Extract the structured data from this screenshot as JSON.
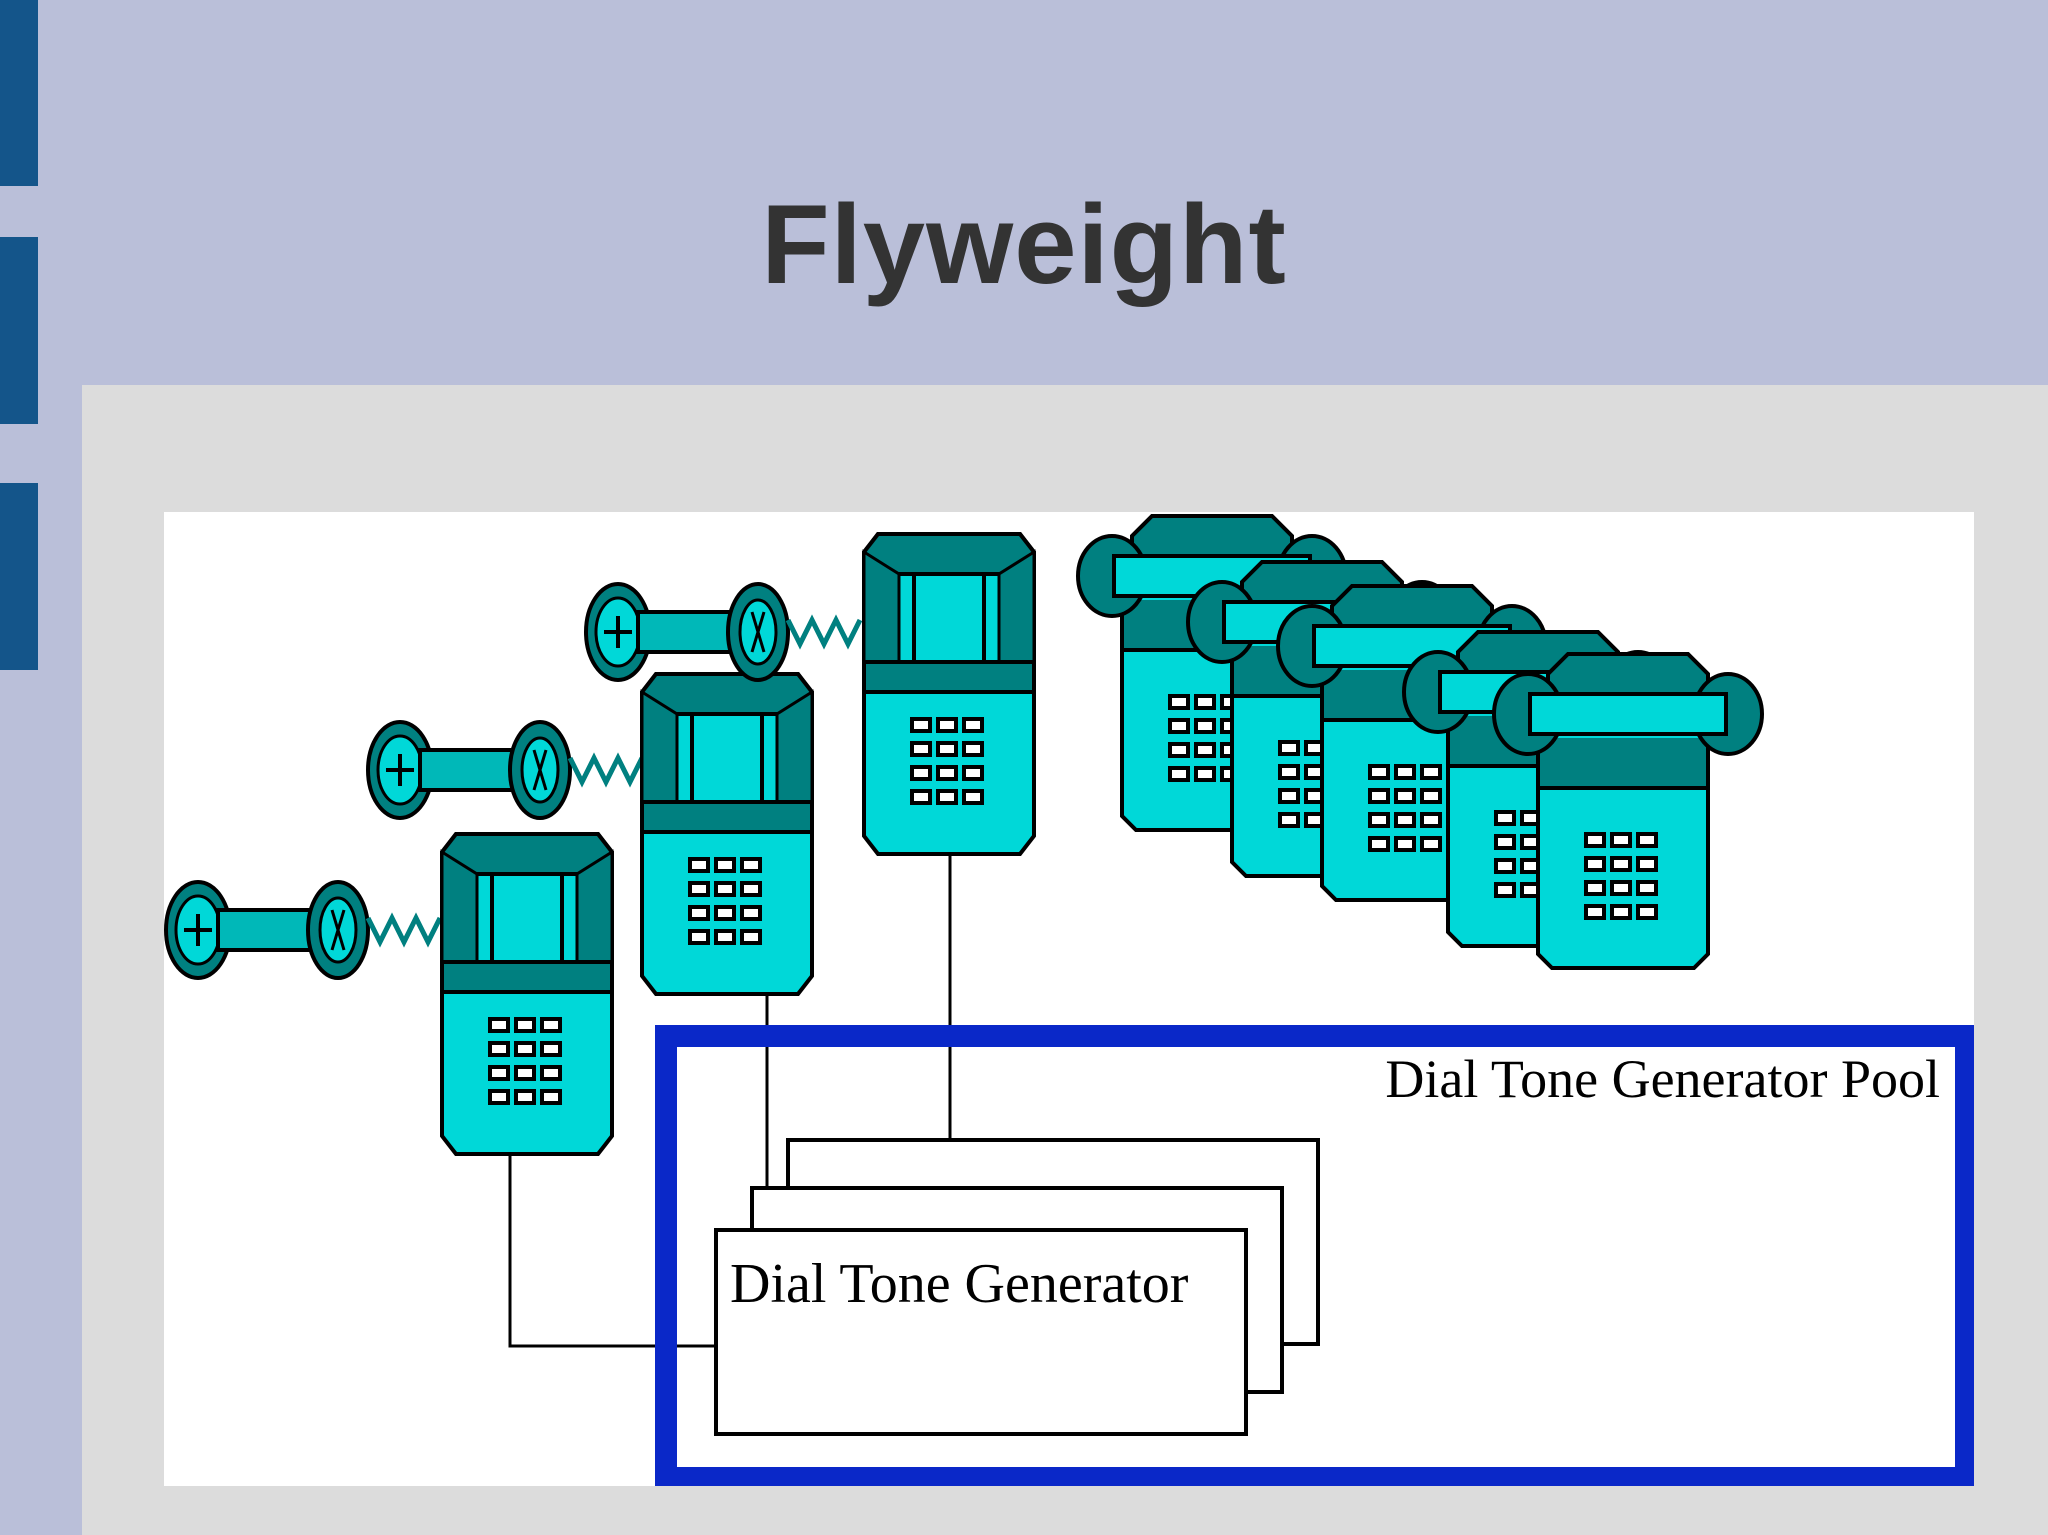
{
  "slide": {
    "title": "Flyweight"
  },
  "diagram": {
    "pool_label": "Dial Tone Generator Pool",
    "generator_label": "Dial Tone Generator",
    "colors": {
      "phone_body": "#00d8d8",
      "phone_dark": "#008080",
      "pool_border": "#0a28c8",
      "outline": "#000000"
    }
  }
}
